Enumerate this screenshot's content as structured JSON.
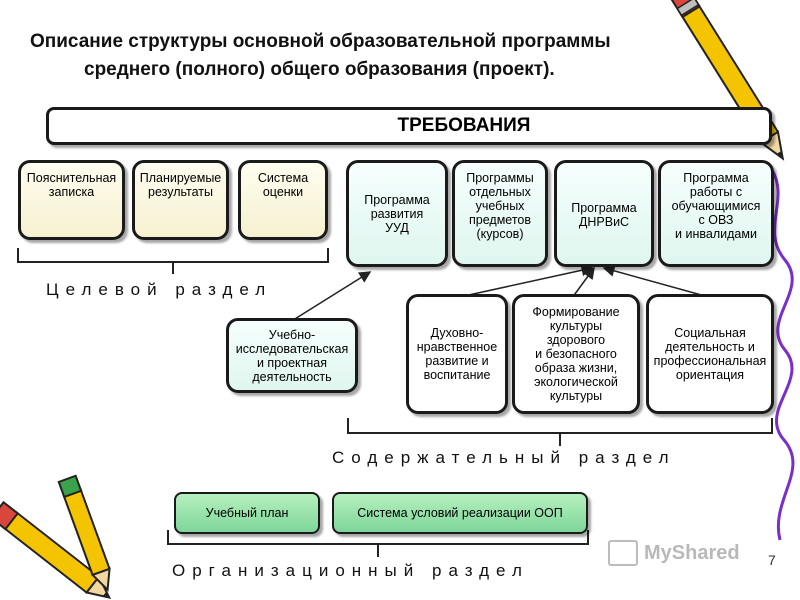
{
  "title": {
    "line1": "Описание структуры основной образовательной программы",
    "line2": "среднего (полного) общего образования (проект)."
  },
  "requirements_label": "ТРЕБОВАНИЯ",
  "target_boxes": [
    "Пояснительная\nзаписка",
    "Планируемые\nрезультаты",
    "Система\nоценки"
  ],
  "program_boxes": [
    "Программа\nразвития\nУУД",
    "Программы\nотдельных\nучебных\nпредметов\n(курсов)",
    "Программа\nДНРВиС",
    "Программа\nработы с\nобучающимися\nс ОВЗ\nи инвалидами"
  ],
  "research_box": "Учебно-\nисследовательская\nи проектная\nдеятельность",
  "dnrvis_components": [
    "Духовно-\nнравственное\nразвитие и\nвоспитание",
    "Формирование\nкультуры\nздорового\nи безопасного\nобраза жизни,\nэкологической\nкультуры",
    "Социальная\nдеятельность и\nпрофессиональная\nориентация"
  ],
  "org_boxes": [
    "Учебный план",
    "Система условий реализации ООП"
  ],
  "sections": {
    "target": "Целевой раздел",
    "content": "Содержательный раздел",
    "organizational": "Организационный раздел"
  },
  "watermark": "MyShared",
  "page_number": "7",
  "colors": {
    "target_fill": "#f6f1d0",
    "program_fill": "#dff6ef",
    "org_fill": "#7ed69a",
    "border": "#1a1a1a",
    "pencil_body": "#f5c400",
    "scribble": "#7b2fc9"
  }
}
